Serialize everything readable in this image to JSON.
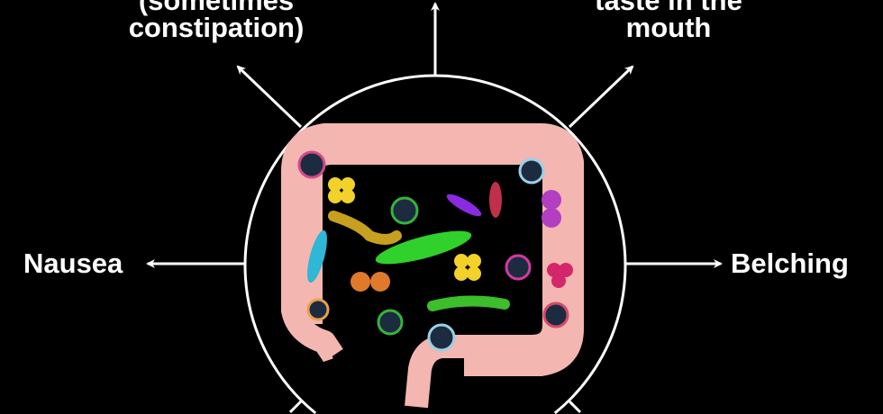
{
  "labels": {
    "top_left": [
      "(sometimes",
      "constipation)"
    ],
    "top_right": [
      "taste in the",
      "mouth"
    ],
    "left": "Nausea",
    "right": "Belching"
  },
  "colors": {
    "background": "#000000",
    "arrow": "#ffffff",
    "colon": "#f4b6b0"
  }
}
